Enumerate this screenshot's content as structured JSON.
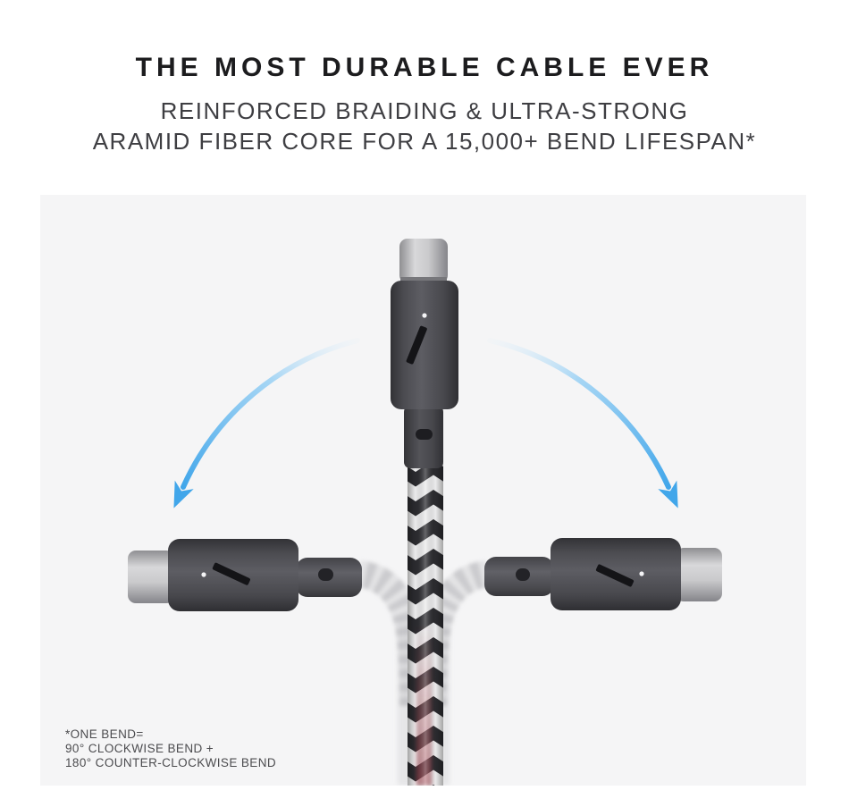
{
  "header": {
    "title": "THE MOST DURABLE CABLE EVER",
    "subtitle_lines": [
      "REINFORCED BRAIDING & ULTRA-STRONG",
      "ARAMID FIBER CORE FOR A 15,000+ BEND LIFESPAN*"
    ]
  },
  "figure": {
    "footnote_lines": [
      "*ONE BEND=",
      "90° CLOCKWISE BEND +",
      "180° COUNTER-CLOCKWISE BEND"
    ],
    "icons": {
      "bend_arrow_left": "curved-arrow-down-left-icon",
      "bend_arrow_right": "curved-arrow-down-right-icon",
      "brand_mark": "slash-logo-icon",
      "connector": "usb-c-connector",
      "cable": "zebra-braided-cable"
    },
    "colors": {
      "page_background": "#ffffff",
      "figure_background": "#f5f5f6",
      "title_color": "#1c1c1e",
      "subtitle_color": "#3e3e42",
      "footnote_color": "#4c4c4f",
      "arrow_blue": "#41a6ea",
      "braid_dark": "#2b2b2f",
      "braid_light": "#ebebec",
      "connector_housing": "#4b4b50",
      "metal_tip": "#cbcbcd",
      "red_thread": "#a84a55"
    }
  }
}
